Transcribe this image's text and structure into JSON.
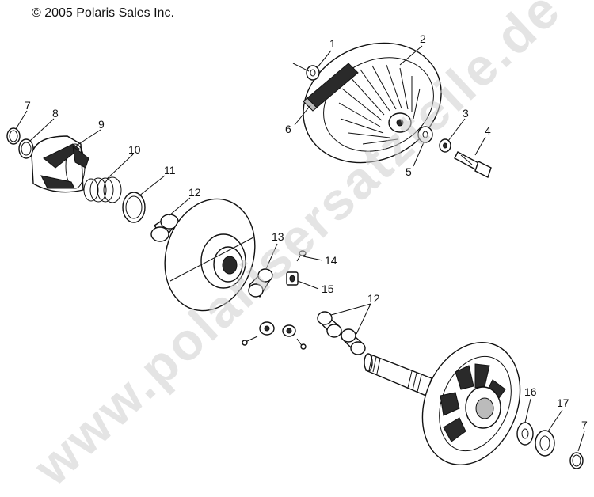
{
  "copyright": "© 2005 Polaris Sales Inc.",
  "watermark": "www.polarisersatzteile.de",
  "callouts": [
    {
      "id": "c1",
      "label": "1"
    },
    {
      "id": "c2",
      "label": "2"
    },
    {
      "id": "c3",
      "label": "3"
    },
    {
      "id": "c4",
      "label": "4"
    },
    {
      "id": "c5",
      "label": "5"
    },
    {
      "id": "c6",
      "label": "6"
    },
    {
      "id": "c7a",
      "label": "7"
    },
    {
      "id": "c8",
      "label": "8"
    },
    {
      "id": "c9",
      "label": "9"
    },
    {
      "id": "c10",
      "label": "10"
    },
    {
      "id": "c11",
      "label": "11"
    },
    {
      "id": "c12a",
      "label": "12"
    },
    {
      "id": "c13",
      "label": "13"
    },
    {
      "id": "c14",
      "label": "14"
    },
    {
      "id": "c15",
      "label": "15"
    },
    {
      "id": "c12b",
      "label": "12"
    },
    {
      "id": "c16",
      "label": "16"
    },
    {
      "id": "c17",
      "label": "17"
    },
    {
      "id": "c7b",
      "label": "7"
    }
  ]
}
